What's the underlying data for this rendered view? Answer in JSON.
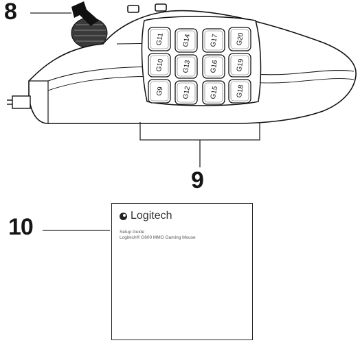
{
  "callouts": {
    "scroll_wheel": "8",
    "g_keys": "9",
    "setup_guide": "10"
  },
  "g_keys": [
    "G9",
    "G10",
    "G11",
    "G12",
    "G13",
    "G14",
    "G15",
    "G16",
    "G17",
    "G18",
    "G19",
    "G20"
  ],
  "setup_guide": {
    "brand": "Logitech",
    "line1": "Setup Guide",
    "line2": "Logitech® G600 MMO Gaming Mouse"
  }
}
